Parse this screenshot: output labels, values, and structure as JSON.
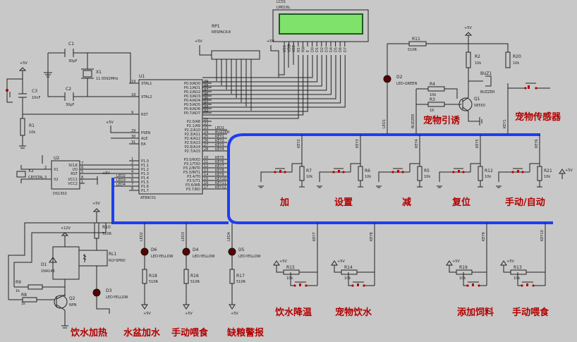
{
  "components": {
    "lcd": {
      "ref": "LCD1",
      "model": "LM016L"
    },
    "rp1": {
      "ref": "RP1",
      "model": "RESPACK-8"
    },
    "u1": {
      "ref": "U1",
      "model": "AT89C51"
    },
    "u2": {
      "ref": "U2",
      "model": "DS1302"
    },
    "x1": {
      "ref": "X1",
      "value": "11.0592MHz"
    },
    "x2": {
      "ref": "X2",
      "value": "CRYSTAL"
    },
    "c1": {
      "ref": "C1",
      "value": "30pF"
    },
    "c2": {
      "ref": "C2",
      "value": "30pF"
    },
    "c3": {
      "ref": "C3",
      "value": "10nF"
    },
    "r1": {
      "ref": "R1",
      "value": "10k"
    },
    "r2": {
      "ref": "R2",
      "value": "10k"
    },
    "r3": {
      "ref": "R3",
      "value": "1K"
    },
    "r4": {
      "ref": "R4",
      "value": "10k"
    },
    "r5": {
      "ref": "R5",
      "value": "10k"
    },
    "r6": {
      "ref": "R6",
      "value": "10k"
    },
    "r7": {
      "ref": "R7",
      "value": "10k"
    },
    "r8": {
      "ref": "R8",
      "value": "1k"
    },
    "r9": {
      "ref": "R9",
      "value": "1k"
    },
    "r10": {
      "ref": "R10",
      "value": "510R"
    },
    "r11": {
      "ref": "R11",
      "value": "510R"
    },
    "r12": {
      "ref": "R12",
      "value": "10k"
    },
    "r13": {
      "ref": "R13",
      "value": "10k"
    },
    "r14": {
      "ref": "R14",
      "value": "10k"
    },
    "r15": {
      "ref": "R15",
      "value": "10k"
    },
    "r16": {
      "ref": "R16",
      "value": "510R"
    },
    "r17": {
      "ref": "R17",
      "value": "510R"
    },
    "r18": {
      "ref": "R18",
      "value": "510R"
    },
    "r19": {
      "ref": "R19",
      "value": "10k"
    },
    "r20": {
      "ref": "R20",
      "value": "10k"
    },
    "r21": {
      "ref": "R21",
      "value": "10k"
    },
    "d1": {
      "ref": "D1",
      "model": "1N4148"
    },
    "d2": {
      "ref": "D2",
      "model": "LED-GREEN"
    },
    "d3": {
      "ref": "D3",
      "model": "LED-YELLOW"
    },
    "d4": {
      "ref": "D4",
      "model": "LED-YELLOW"
    },
    "d5": {
      "ref": "D5",
      "model": "LED-YELLOW"
    },
    "d6": {
      "ref": "D6",
      "model": "LED-YELLOW"
    },
    "q1": {
      "ref": "Q1",
      "model": "S8550"
    },
    "q2": {
      "ref": "Q2",
      "model": "NPN"
    },
    "rl1": {
      "ref": "RL1",
      "model": "RLY-SPNO"
    },
    "buz": {
      "ref": "BUZ1",
      "model": "BUZZER"
    }
  },
  "u1_pins_left": [
    {
      "num": "19",
      "name": "XTAL1"
    },
    {
      "num": "18",
      "name": "XTAL2"
    },
    {
      "num": "9",
      "name": "RST"
    },
    {
      "num": "29",
      "name": "PSEN"
    },
    {
      "num": "30",
      "name": "ALE"
    },
    {
      "num": "31",
      "name": "EA"
    },
    {
      "num": "1",
      "name": "P1.0"
    },
    {
      "num": "2",
      "name": "P1.1"
    },
    {
      "num": "3",
      "name": "P1.2"
    },
    {
      "num": "4",
      "name": "P1.3"
    },
    {
      "num": "5",
      "name": "P1.4"
    },
    {
      "num": "6",
      "name": "P1.5"
    },
    {
      "num": "7",
      "name": "P1.6"
    },
    {
      "num": "8",
      "name": "P1.7"
    }
  ],
  "u1_pins_right": [
    {
      "num": "39",
      "name": "P0.0/AD0"
    },
    {
      "num": "38",
      "name": "P0.1/AD1"
    },
    {
      "num": "37",
      "name": "P0.2/AD2"
    },
    {
      "num": "36",
      "name": "P0.3/AD3"
    },
    {
      "num": "35",
      "name": "P0.4/AD4"
    },
    {
      "num": "34",
      "name": "P0.5/AD5"
    },
    {
      "num": "33",
      "name": "P0.6/AD6"
    },
    {
      "num": "32",
      "name": "P0.7/AD7"
    },
    {
      "num": "21",
      "name": "P2.0/A8"
    },
    {
      "num": "22",
      "name": "P2.1/A9"
    },
    {
      "num": "23",
      "name": "P2.2/A10"
    },
    {
      "num": "24",
      "name": "P2.3/A11"
    },
    {
      "num": "25",
      "name": "P2.4/A12"
    },
    {
      "num": "26",
      "name": "P2.5/A13"
    },
    {
      "num": "27",
      "name": "P2.6/A14"
    },
    {
      "num": "28",
      "name": "P2.7/A15"
    },
    {
      "num": "10",
      "name": "P3.0/RXD"
    },
    {
      "num": "11",
      "name": "P3.1/TXD"
    },
    {
      "num": "12",
      "name": "P3.2/INT0"
    },
    {
      "num": "13",
      "name": "P3.3/INT1"
    },
    {
      "num": "14",
      "name": "P3.4/T0"
    },
    {
      "num": "15",
      "name": "P3.5/T1"
    },
    {
      "num": "16",
      "name": "P3.6/WR"
    },
    {
      "num": "17",
      "name": "P3.7/RD"
    }
  ],
  "u1_net_labels": [
    "LED1",
    "BUZZER",
    "KEY1",
    "KEY2",
    "KEY3",
    "KEY4",
    "KEY5",
    "KEY6",
    "KEY7",
    "KEY8",
    "KEY9",
    "KEY10",
    "KEY11",
    "KEY12"
  ],
  "u2_pins_right": [
    {
      "num": "7",
      "name": "SCLK"
    },
    {
      "num": "6",
      "name": "I/O"
    },
    {
      "num": "5",
      "name": "RST"
    },
    {
      "num": "8",
      "name": "VCC1"
    },
    {
      "num": "1",
      "name": "VCC2"
    }
  ],
  "u2_pins_left": [
    {
      "num": "2",
      "name": "X1"
    },
    {
      "num": "3",
      "name": "X2"
    }
  ],
  "lcd_pins": [
    "VSS",
    "VDD",
    "VEE",
    "RS",
    "RW",
    "E",
    "D0",
    "D1",
    "D2",
    "D3",
    "D4",
    "D5",
    "D6",
    "D7"
  ],
  "left_led_nets": [
    "LED2",
    "LED3",
    "LED4"
  ],
  "supply": {
    "vcc": "+5V",
    "relay_vcc": "+12V"
  },
  "nets": {
    "led1": "LED1",
    "buzzer": "BUZZER",
    "key1": "KEY1",
    "key2": "KEY2",
    "key3": "KEY3",
    "key4": "KEY4",
    "key5": "KEY5",
    "key6": "KEY6",
    "led2": "LED2",
    "led3": "LED3",
    "led4": "LED4",
    "key7": "KEY7",
    "key8": "KEY8",
    "key9": "KEY9",
    "key10": "KEY10",
    "key11": "KEY11",
    "key12": "KEY12"
  },
  "labels": {
    "pet_sensor": "宠物传感器",
    "pet_lure": "宠物引诱",
    "btn_add": "加",
    "btn_set": "设置",
    "btn_sub": "减",
    "btn_reset": "复位",
    "btn_mode": "手动/自动",
    "btn_cool": "饮水降温",
    "btn_pet_water": "宠物饮水",
    "btn_feed": "添加饲料",
    "btn_manual_feed": "手动喂食",
    "out_heat": "饮水加热",
    "out_basin": "水盆加水",
    "out_manual_feed": "手动喂食",
    "out_alarm": "缺粮警报"
  }
}
